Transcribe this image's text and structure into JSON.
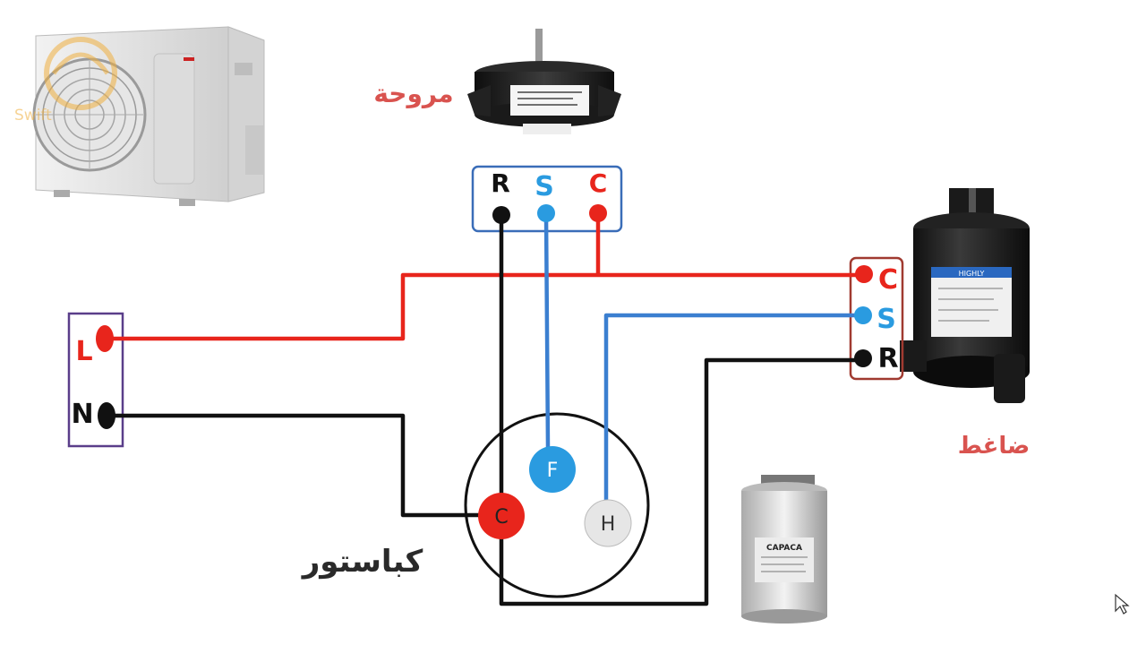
{
  "diagram": {
    "fan": {
      "label": "مروحة",
      "terminals": {
        "r": "R",
        "s": "S",
        "c": "C"
      }
    },
    "compressor": {
      "label": "ضاغط",
      "terminals": {
        "c": "C",
        "s": "S",
        "r": "R"
      },
      "brand_text": "HIGHLY"
    },
    "supply": {
      "terminals": {
        "l": "L",
        "n": "N"
      }
    },
    "capacitor": {
      "label": "كباستور",
      "terminals": {
        "c": "C",
        "f": "F",
        "h": "H"
      },
      "brand_text": "CAPACA"
    },
    "watermark": "Swift"
  },
  "colors": {
    "live_wire": "#e8251c",
    "start_wire": "#3b7fd0",
    "common_wire": "#111111",
    "fan_box": "#3a6db8",
    "compressor_box": "#a03a30",
    "supply_box": "#5a3e8a",
    "arabic_label": "#d9534f",
    "f_terminal": "#2a9be0",
    "h_terminal": "#e6e6e6"
  }
}
